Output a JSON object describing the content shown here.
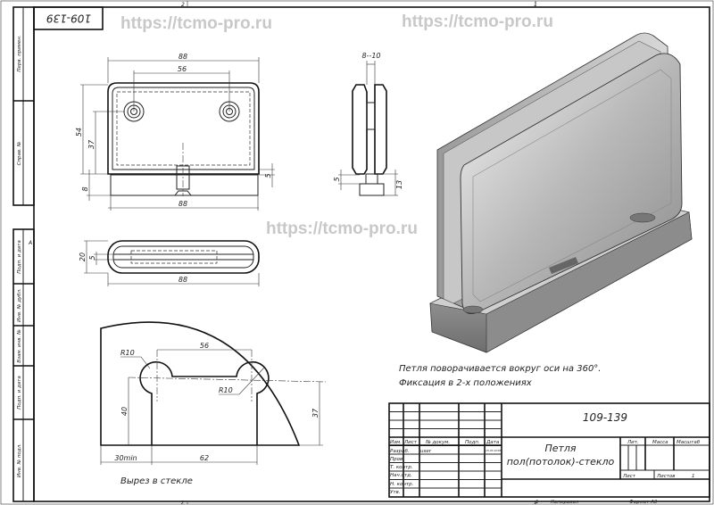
{
  "watermark": "https://tcmo-pro.ru",
  "sheet": {
    "zone_top_left": "2",
    "zone_top_right": "1",
    "zone_bottom_left": "2",
    "zone_bottom_right": "1",
    "zone_side": "A",
    "mirrored_code": "109-139"
  },
  "side_stamp": {
    "perv_primen": "Перв. примен.",
    "sprav_no": "Справ. №",
    "podp_data_1": "Подп. и дата",
    "inv_dubl": "Инв. № дубл.",
    "vzam_inv": "Взам. инв. №",
    "podp_data_2": "Подп. и дата",
    "inv_podl": "Инв. № подл."
  },
  "front_view": {
    "dim_width": "88",
    "dim_holes": "56",
    "dim_height": "54",
    "dim_axis": "37",
    "dim_base": "8",
    "dim_pin": "5",
    "dim_base_width": "88"
  },
  "side_view": {
    "dim_glass": "8--10",
    "dim_pin": "5",
    "dim_base": "13"
  },
  "plan_view": {
    "dim_depth": "20",
    "dim_inner": "5",
    "dim_width": "88"
  },
  "cutout": {
    "dim_holes": "56",
    "radius_left": "R10",
    "radius_right": "R10",
    "dim_height": "40",
    "dim_axis": "37",
    "dim_edge": "30min",
    "dim_slot": "62",
    "caption": "Вырез в стекле"
  },
  "notes": {
    "line1": "Петля поворачивается вокруг оси на 360°.",
    "line2": "Фиксация в 2-х положениях"
  },
  "title_block": {
    "designation": "109-139",
    "name_line1": "Петля",
    "name_line2": "пол(потолок)-стекло",
    "col_izm": "Изм.",
    "col_list": "Лист",
    "col_doc": "№ докум.",
    "col_podp": "Подп.",
    "col_data": "Дата",
    "row_razrab": "Разраб.",
    "razrab_name": "user",
    "razrab_date": "15.03.2018",
    "row_prov": "Пров.",
    "row_tkontr": "Т. контр.",
    "row_nachotd": "Нач.отд.",
    "row_nkontr": "Н. контр.",
    "row_utv": "Утв.",
    "lit": "Лит.",
    "massa": "Масса",
    "masshtab": "Масштаб",
    "list": "Лист",
    "listov": "Листов",
    "listov_value": "1",
    "copy_no": "1",
    "kopiroval": "Копировал",
    "format": "Формат А3"
  }
}
